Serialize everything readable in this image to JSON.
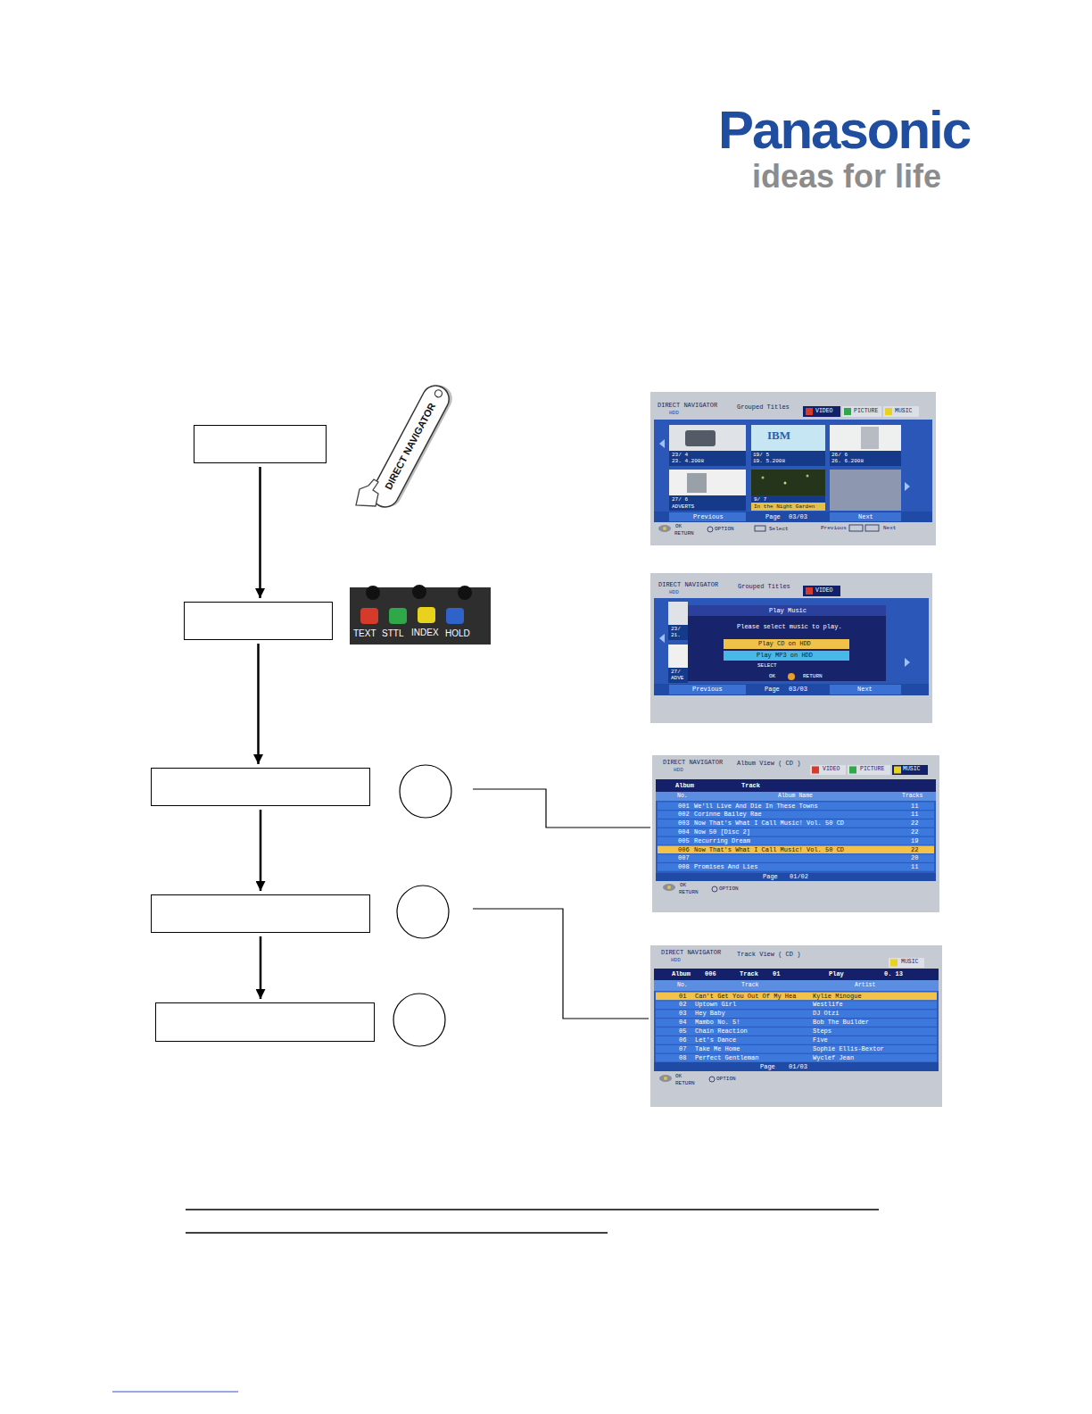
{
  "diagram": {
    "nodes": [
      {
        "text": []
      },
      {
        "text": []
      },
      {
        "text": []
      },
      {
        "text": []
      },
      {
        "text": []
      },
      {
        "text": []
      },
      {
        "text": []
      },
      {
        "text": []
      }
    ],
    "edges": [
      {
        "from": 0,
        "to": 1,
        "arrow": "to"
      },
      {
        "from": 1,
        "to": 2,
        "arrow": "to"
      },
      {
        "from": 2,
        "to": 4,
        "arrow": "to"
      },
      {
        "from": 4,
        "to": 6,
        "arrow": "to"
      }
    ],
    "labels": [
      "Panasonic",
      "ideas for life",
      "DIRECT NAVIGATOR",
      "DIRECT NAVIGATOR",
      "HDD",
      "Grouped Titles",
      "VIDEO",
      "PICTURE",
      "MUSIC",
      "IBM",
      "23/ 4",
      "23. 4.2008",
      "19/ 5",
      "19. 5.2008",
      "26/ 6",
      "26. 6.2008",
      "27/ 6",
      "ADVERTS",
      "9/ 7",
      "In the Night Garden",
      "Previous",
      "Page",
      "03/03",
      "Next",
      "OK",
      "RETURN",
      "OPTION",
      "Select",
      "Previous",
      "Next",
      "TEXT",
      "STTL",
      "INDEX",
      "HOLD",
      "DIRECT NAVIGATOR",
      "HDD",
      "Grouped Titles",
      "VIDEO",
      "23/",
      "21.",
      "27/",
      "ADVE",
      "Play Music",
      "Please select music to play.",
      "Play CD on HDD",
      "Play MP3 on HDD",
      "SELECT",
      "OK",
      "RETURN",
      "Previous",
      "Page",
      "03/03",
      "Next",
      "DIRECT NAVIGATOR",
      "HDD",
      "Album View ( CD )",
      "VIDEO",
      "PICTURE",
      "MUSIC",
      "Album",
      "Track",
      "No.",
      "Album Name",
      "Tracks",
      "001",
      "We'll Live And Die In These Towns",
      "11",
      "002",
      "Corinne Bailey Rae",
      "11",
      "003",
      "Now That's What I Call Music! Vol. 50 CD",
      "22",
      "004",
      "Now 50 [Disc 2]",
      "22",
      "005",
      "Recurring Dream",
      "19",
      "006",
      "Now That's What I Call Music! Vol. 50 CD",
      "22",
      "007",
      "20",
      "008",
      "Promises And Lies",
      "11",
      "Page",
      "01/02",
      "OK",
      "RETURN",
      "OPTION",
      "DIRECT NAVIGATOR",
      "HDD",
      "Track View ( CD )",
      "MUSIC",
      "Album",
      "006",
      "Track",
      "01",
      "Play",
      "0. 13",
      "No.",
      "Track",
      "Artist",
      "01",
      "Can't Get You Out Of My Hea",
      "Kylie Minogue",
      "02",
      "Uptown Girl",
      "Westlife",
      "03",
      "Hey Baby",
      "DJ Otzi",
      "04",
      "Mambo No. 5!",
      "Bob The Builder",
      "05",
      "Chain Reaction",
      "Steps",
      "06",
      "Let's Dance",
      "Five",
      "07",
      "Take Me Home",
      "Sophie Ellis-Bextor",
      "08",
      "Perfect Gentleman",
      "Wyclef Jean",
      "Page",
      "01/03",
      "OK",
      "RETURN",
      "OPTION"
    ]
  }
}
